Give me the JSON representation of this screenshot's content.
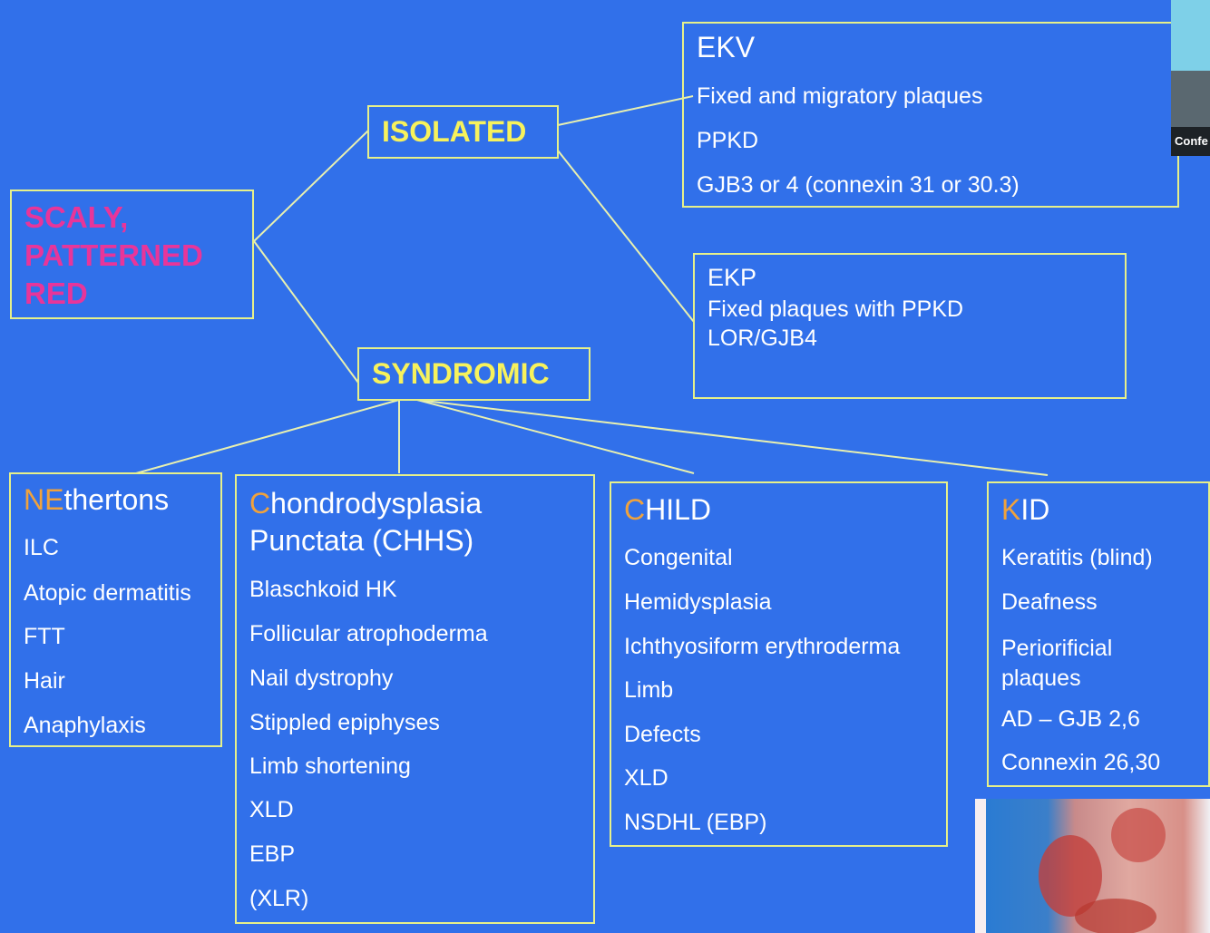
{
  "root": {
    "label": "SCALY,\nPATTERNED\nRED"
  },
  "isolated": {
    "label": "ISOLATED"
  },
  "syndromic": {
    "label": "SYNDROMIC"
  },
  "ekv": {
    "title": "EKV",
    "items": [
      "Fixed and migratory plaques",
      "PPKD",
      "GJB3 or 4 (connexin 31 or 30.3)"
    ]
  },
  "ekp": {
    "title": "EKP",
    "items": [
      "Fixed plaques with PPKD",
      "LOR/GJB4"
    ]
  },
  "netherton": {
    "title_highlight": "NE",
    "title_rest": "thertons",
    "items": [
      "ILC",
      "Atopic dermatitis",
      "FTT",
      "Hair",
      "Anaphylaxis"
    ]
  },
  "chondro": {
    "title_highlight": "C",
    "title_rest_line1": "hondrodysplasia",
    "title_line2": "Punctata (CHHS)",
    "items": [
      "Blaschkoid HK",
      "Follicular atrophoderma",
      "Nail dystrophy",
      "Stippled epiphyses",
      "Limb shortening",
      "XLD",
      "EBP",
      "(XLR)"
    ]
  },
  "child": {
    "title_highlight": "C",
    "title_rest": "HILD",
    "items": [
      "Congenital",
      "Hemidysplasia",
      "Ichthyosiform erythroderma",
      "Limb",
      "Defects",
      "XLD",
      "NSDHL (EBP)"
    ]
  },
  "kid": {
    "title_highlight": "K",
    "title_rest": "ID",
    "items": [
      "Keratitis (blind)",
      "Deafness",
      "Periorificial\nplaques",
      "AD – GJB 2,6",
      "Connexin 26,30"
    ]
  },
  "webcam": {
    "label": "Confe"
  },
  "colors": {
    "background": "#3170ea",
    "box_border": "#e6f08a",
    "yellow_text": "#f7f25c",
    "magenta_text": "#e8359a",
    "orange_highlight": "#f0a23c"
  }
}
